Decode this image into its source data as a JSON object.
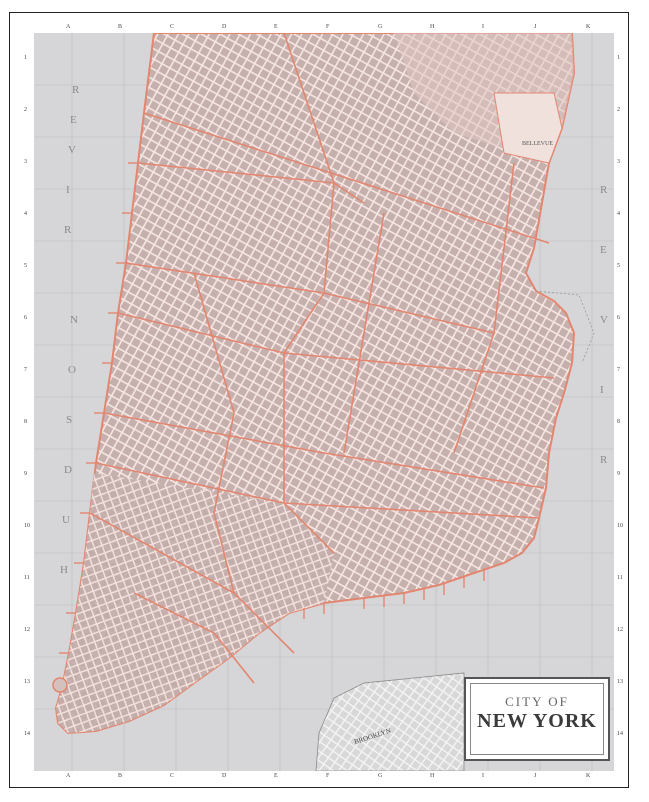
{
  "title": {
    "small": "CITY OF",
    "big": "NEW YORK"
  },
  "map_labels": {
    "river_west": [
      "H",
      "U",
      "D",
      "S",
      "O",
      "N",
      "R",
      "I",
      "V",
      "E",
      "R"
    ],
    "river_east": [
      "R",
      "E",
      "V",
      "I",
      "R"
    ],
    "bellevue": "BELLEVUE",
    "brooklyn": "BROOKLYN"
  },
  "grid": {
    "letters": [
      "A",
      "B",
      "C",
      "D",
      "E",
      "F",
      "G",
      "H",
      "I",
      "J",
      "K"
    ],
    "numbers": [
      "1",
      "2",
      "3",
      "4",
      "5",
      "6",
      "7",
      "8",
      "9",
      "10",
      "11",
      "12",
      "13",
      "14"
    ]
  },
  "colors": {
    "water": "#d6d6d8",
    "land": "#c9b6b4",
    "streets": "#f6e6e2",
    "ward_lines": "#e3866f",
    "brooklyn_land": "#dcdcdc"
  }
}
